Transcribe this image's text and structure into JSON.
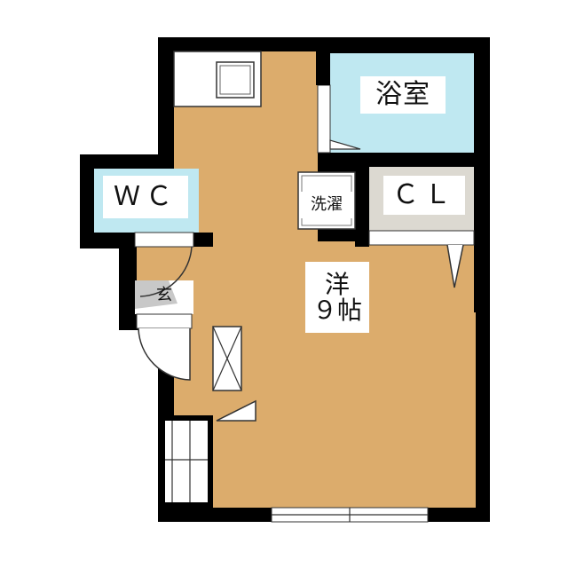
{
  "rooms": {
    "bathroom": "浴室",
    "toilet": "ＷＣ",
    "closet": "ＣＬ",
    "washing": "洗濯",
    "main_room_type": "洋",
    "main_room_size": "９帖",
    "entrance": "玄"
  },
  "colors": {
    "floor": "#dcac6c",
    "wet_area": "#bfe8f1",
    "closet": "#dcd9d1",
    "wall": "#000000",
    "entrance_tile": "#c8c8c8"
  }
}
